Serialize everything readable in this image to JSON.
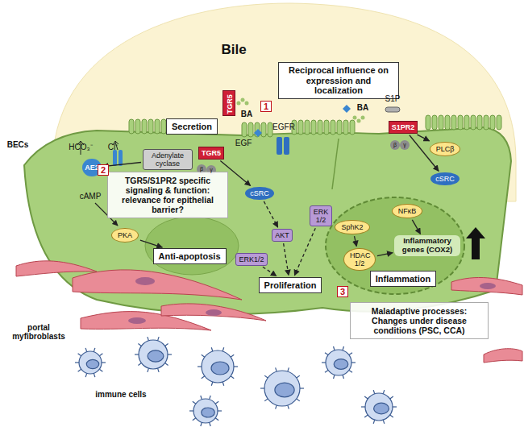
{
  "diagram": {
    "nodes": [
      {
        "text": [
          "Reciprocal influence on expression and localization"
        ]
      },
      {
        "text": [
          "Secretion"
        ]
      },
      {
        "text": [
          "TGR5"
        ]
      },
      {
        "text": [
          "TGR5"
        ]
      },
      {
        "text": [
          "Adenylate cyclase"
        ]
      },
      {
        "text": [
          "AE2"
        ]
      },
      {
        "text": [
          "PKA"
        ]
      },
      {
        "text": [
          "Anti-apoptosis"
        ]
      },
      {
        "text": [
          "cSRC"
        ]
      },
      {
        "text": [
          "ERK1/2"
        ]
      },
      {
        "text": [
          "AKT"
        ]
      },
      {
        "text": [
          "ERK 1/2"
        ]
      },
      {
        "text": [
          "Proliferation"
        ]
      },
      {
        "text": [
          "S1PR2"
        ]
      },
      {
        "text": [
          "PLCβ"
        ]
      },
      {
        "text": [
          "cSRC"
        ]
      },
      {
        "text": [
          "SphK2"
        ]
      },
      {
        "text": [
          "NFκB"
        ]
      },
      {
        "text": [
          "HDAC 1/2"
        ]
      },
      {
        "text": [
          "Inflammatory genes (COX2)"
        ]
      },
      {
        "text": [
          "Inflammation"
        ]
      },
      {
        "text": [
          "TGR5/S1PR2 specific signaling & function: relevance for epithelial barrier?"
        ]
      },
      {
        "text": [
          "Maladaptive processes: Changes under disease conditions (PSC, CCA)"
        ]
      }
    ],
    "edges": [
      {
        "from": 4,
        "to": 5,
        "arrow": "to"
      },
      {
        "from": 6,
        "to": 7,
        "arrow": "to"
      },
      {
        "from": 3,
        "to": 8,
        "arrow": "to"
      },
      {
        "from": 8,
        "to": 10,
        "arrow": "to"
      },
      {
        "from": 10,
        "to": 12,
        "arrow": "to"
      },
      {
        "from": 9,
        "to": 12,
        "arrow": "to"
      },
      {
        "from": 11,
        "to": 12,
        "arrow": "to"
      },
      {
        "from": 13,
        "to": 14,
        "arrow": "to"
      },
      {
        "from": 13,
        "to": 15,
        "arrow": "to"
      },
      {
        "from": 16,
        "to": 18,
        "arrow": "to"
      },
      {
        "from": 17,
        "to": 19,
        "arrow": "to"
      },
      {
        "from": 18,
        "to": 19,
        "arrow": "to"
      }
    ],
    "labels": [
      "Bile",
      "1",
      "BECs",
      "BA",
      "HCO₃⁻",
      "Cl⁻",
      "cAMP",
      "EGF",
      "EGFR",
      "BA",
      "S1P",
      "2",
      "3",
      "portal myfibroblasts",
      "immune cells",
      "β",
      "γ",
      "β",
      "γ"
    ]
  }
}
